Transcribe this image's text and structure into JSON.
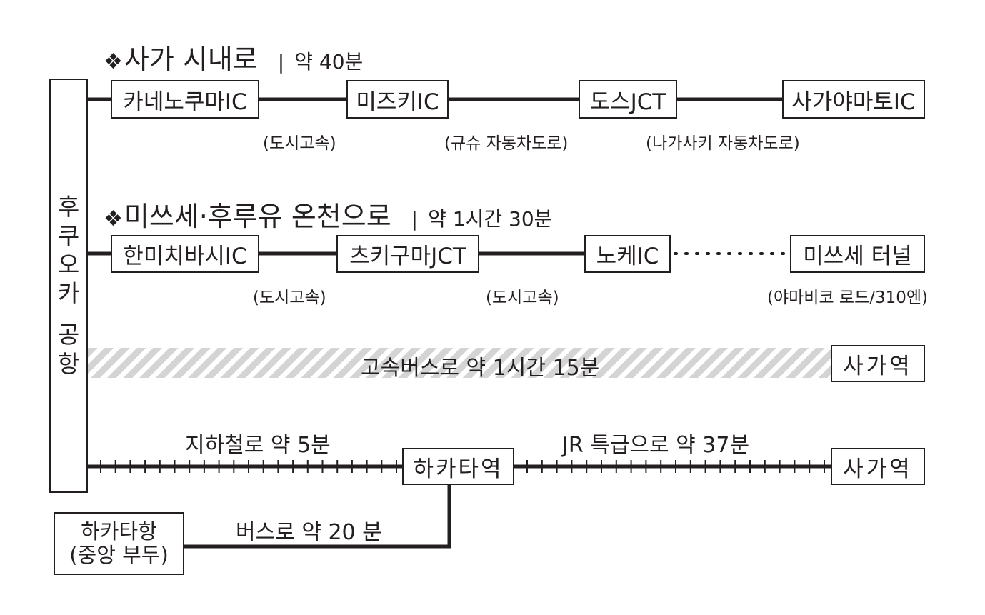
{
  "airport": {
    "label": "후쿠오카 공항",
    "chars": [
      "후",
      "쿠",
      "오",
      "카",
      "",
      "공",
      "항"
    ]
  },
  "route1": {
    "symbol": "❖",
    "title": "사가 시내로",
    "separator": "|",
    "duration": "약 40분",
    "nodes": [
      "카네노쿠마IC",
      "미즈키IC",
      "도스JCT",
      "사가야마토IC"
    ],
    "segments": [
      "(도시고속)",
      "(규슈 자동차도로)",
      "(나가사키 자동차도로)"
    ]
  },
  "route2": {
    "symbol": "❖",
    "title": "미쓰세·후루유 온천으로",
    "separator": "|",
    "duration": "약 1시간 30분",
    "nodes": [
      "한미치바시IC",
      "츠키구마JCT",
      "노케IC",
      "미쓰세 터널"
    ],
    "segments": [
      "(도시고속)",
      "(도시고속)",
      "(야마비코 로드/310엔)"
    ]
  },
  "route3": {
    "label": "고속버스로 약 1시간 15분",
    "destination": "사가역"
  },
  "route4": {
    "subway_label": "지하철로 약 5분",
    "station": "하카타역",
    "express_label": "JR 특급으로 약 37분",
    "destination": "사가역"
  },
  "route5": {
    "origin_line1": "하카타항",
    "origin_line2": "(중앙 부두)",
    "label": "버스로 약 20 분"
  },
  "colors": {
    "line": "#231f20",
    "hatch": "#d4d4d4",
    "background": "#ffffff"
  }
}
